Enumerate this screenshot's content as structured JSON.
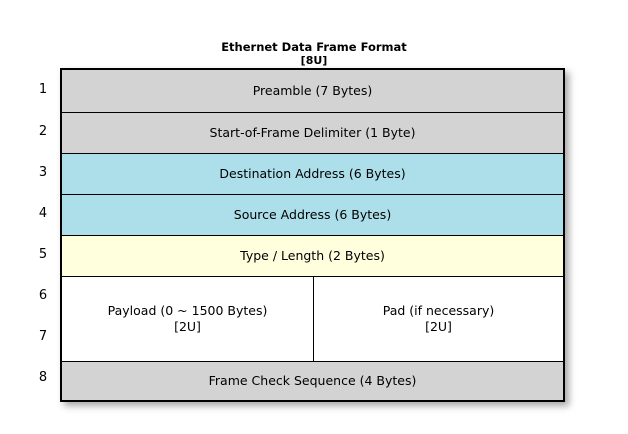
{
  "diagram": {
    "title": "Ethernet Data Frame Format",
    "title_sub": "[8U]",
    "colors": {
      "gray": "#d3d3d3",
      "blue": "#addfeb",
      "yellow": "#ffffdd",
      "white": "#ffffff",
      "border": "#000000",
      "background": "#ffffff"
    },
    "row_numbers": [
      "1",
      "2",
      "3",
      "4",
      "5",
      "6",
      "7",
      "8"
    ],
    "rows": [
      {
        "number": "1",
        "label": "Preamble (7 Bytes)",
        "fill": "gray"
      },
      {
        "number": "2",
        "label": "Start-of-Frame Delimiter (1 Byte)",
        "fill": "gray"
      },
      {
        "number": "3",
        "label": "Destination Address (6 Bytes)",
        "fill": "blue"
      },
      {
        "number": "4",
        "label": "Source Address (6 Bytes)",
        "fill": "blue"
      },
      {
        "number": "5",
        "label": "Type / Length (2 Bytes)",
        "fill": "yellow"
      },
      {
        "number": "6-7",
        "fill": "white",
        "split": true,
        "left": {
          "label": "Payload (0 ~ 1500 Bytes)",
          "sublabel": "[2U]"
        },
        "right": {
          "label": "Pad (if necessary)",
          "sublabel": "[2U]"
        }
      },
      {
        "number": "8",
        "label": "Frame Check Sequence (4 Bytes)",
        "fill": "gray"
      }
    ]
  }
}
